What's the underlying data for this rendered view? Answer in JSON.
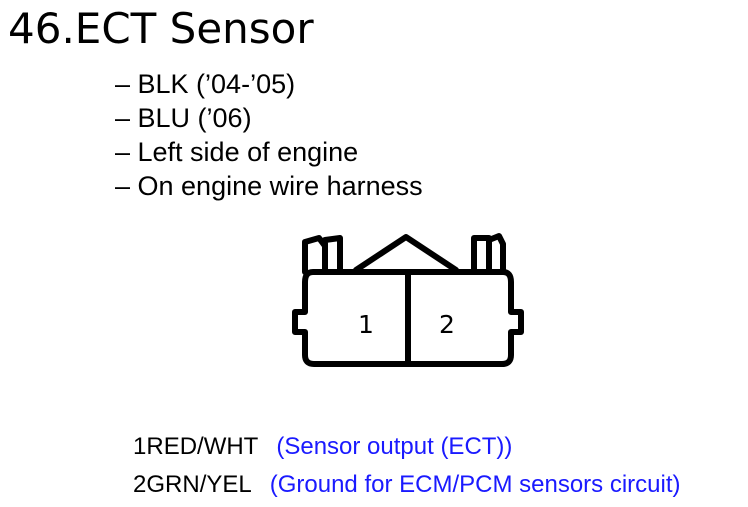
{
  "title": "46.ECT Sensor",
  "bullets": [
    "– BLK (’04-’05)",
    "– BLU (’06)",
    "– Left side of engine",
    "– On engine wire harness"
  ],
  "connector": {
    "pins": [
      "1",
      "2"
    ]
  },
  "legend": [
    {
      "pin": "1",
      "wire": "RED/WHT",
      "description": "(Sensor output (ECT))"
    },
    {
      "pin": "2",
      "wire": "GRN/YEL",
      "description": "(Ground for ECM/PCM sensors circuit)"
    }
  ],
  "colors": {
    "text": "#000000",
    "description": "#1a1aff",
    "background": "#ffffff"
  }
}
